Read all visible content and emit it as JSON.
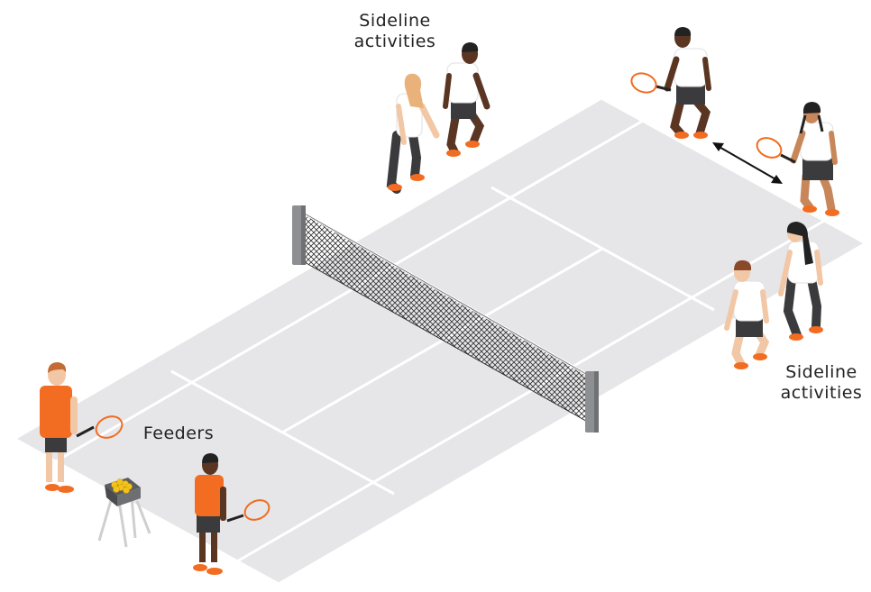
{
  "labels": {
    "sideline_top": [
      "Sideline",
      "activities"
    ],
    "sideline_right": [
      "Sideline",
      "activities"
    ],
    "feeders": "Feeders"
  },
  "colors": {
    "court": "#e6e6e8",
    "court_line": "#ffffff",
    "net_post": "#8d8f92",
    "net_mesh": "#3a3a3a",
    "shirt_orange": "#f26c22",
    "shirt_white": "#ffffff",
    "shorts": "#3b3b3d",
    "shoes": "#f26c22",
    "racket": "#f26c22",
    "skin_light": "#f2c7a5",
    "skin_medium": "#c8875a",
    "skin_dark": "#5a3522",
    "hair_blonde": "#e9b27a",
    "hair_dark": "#222222",
    "hair_brown": "#8a4a2a",
    "ball": "#f3c31a",
    "ball_basket": "#5c5d60"
  },
  "icons": {
    "arrow": "double-headed-arrow-icon",
    "ball_basket": "ball-basket-icon"
  }
}
